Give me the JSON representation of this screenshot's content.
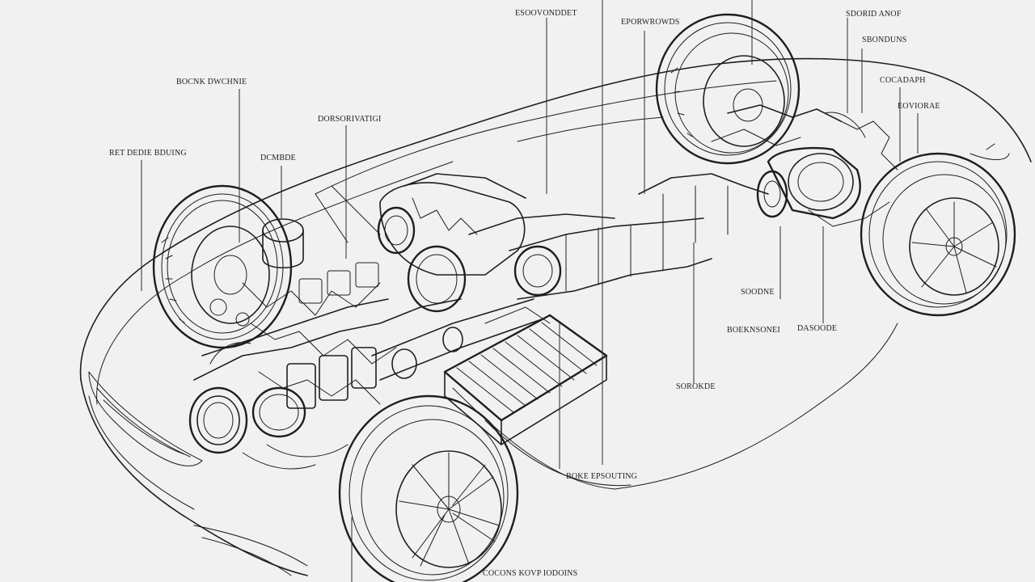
{
  "callouts": [
    {
      "id": "top-left-1",
      "text": "BOCNK DWCHNIE"
    },
    {
      "id": "top-left-2",
      "text": "DORSORIVATIGI"
    },
    {
      "id": "left-1",
      "text": "RET DEDIE BDUING"
    },
    {
      "id": "left-2",
      "text": "DCMBDE"
    },
    {
      "id": "top-center-1",
      "text": "ESOOVONDDET"
    },
    {
      "id": "top-center-2",
      "text": "EPORWROWDS"
    },
    {
      "id": "top-right-1",
      "text": "SDORID ANOF"
    },
    {
      "id": "top-right-2",
      "text": "SBONDUNS"
    },
    {
      "id": "top-right-3",
      "text": "COCADAPH"
    },
    {
      "id": "top-right-4",
      "text": "EOVIORAE"
    },
    {
      "id": "mid-right-1",
      "text": "SOODNE"
    },
    {
      "id": "mid-right-2",
      "text": "BOEKNSONEI"
    },
    {
      "id": "mid-right-3",
      "text": "DASOODE"
    },
    {
      "id": "mid-right-4",
      "text": "SOROKDE"
    },
    {
      "id": "bottom-1",
      "text": "BOKE EPSOUTING"
    },
    {
      "id": "bottom-2",
      "text": "COCONS KOVP IODOINS"
    }
  ]
}
